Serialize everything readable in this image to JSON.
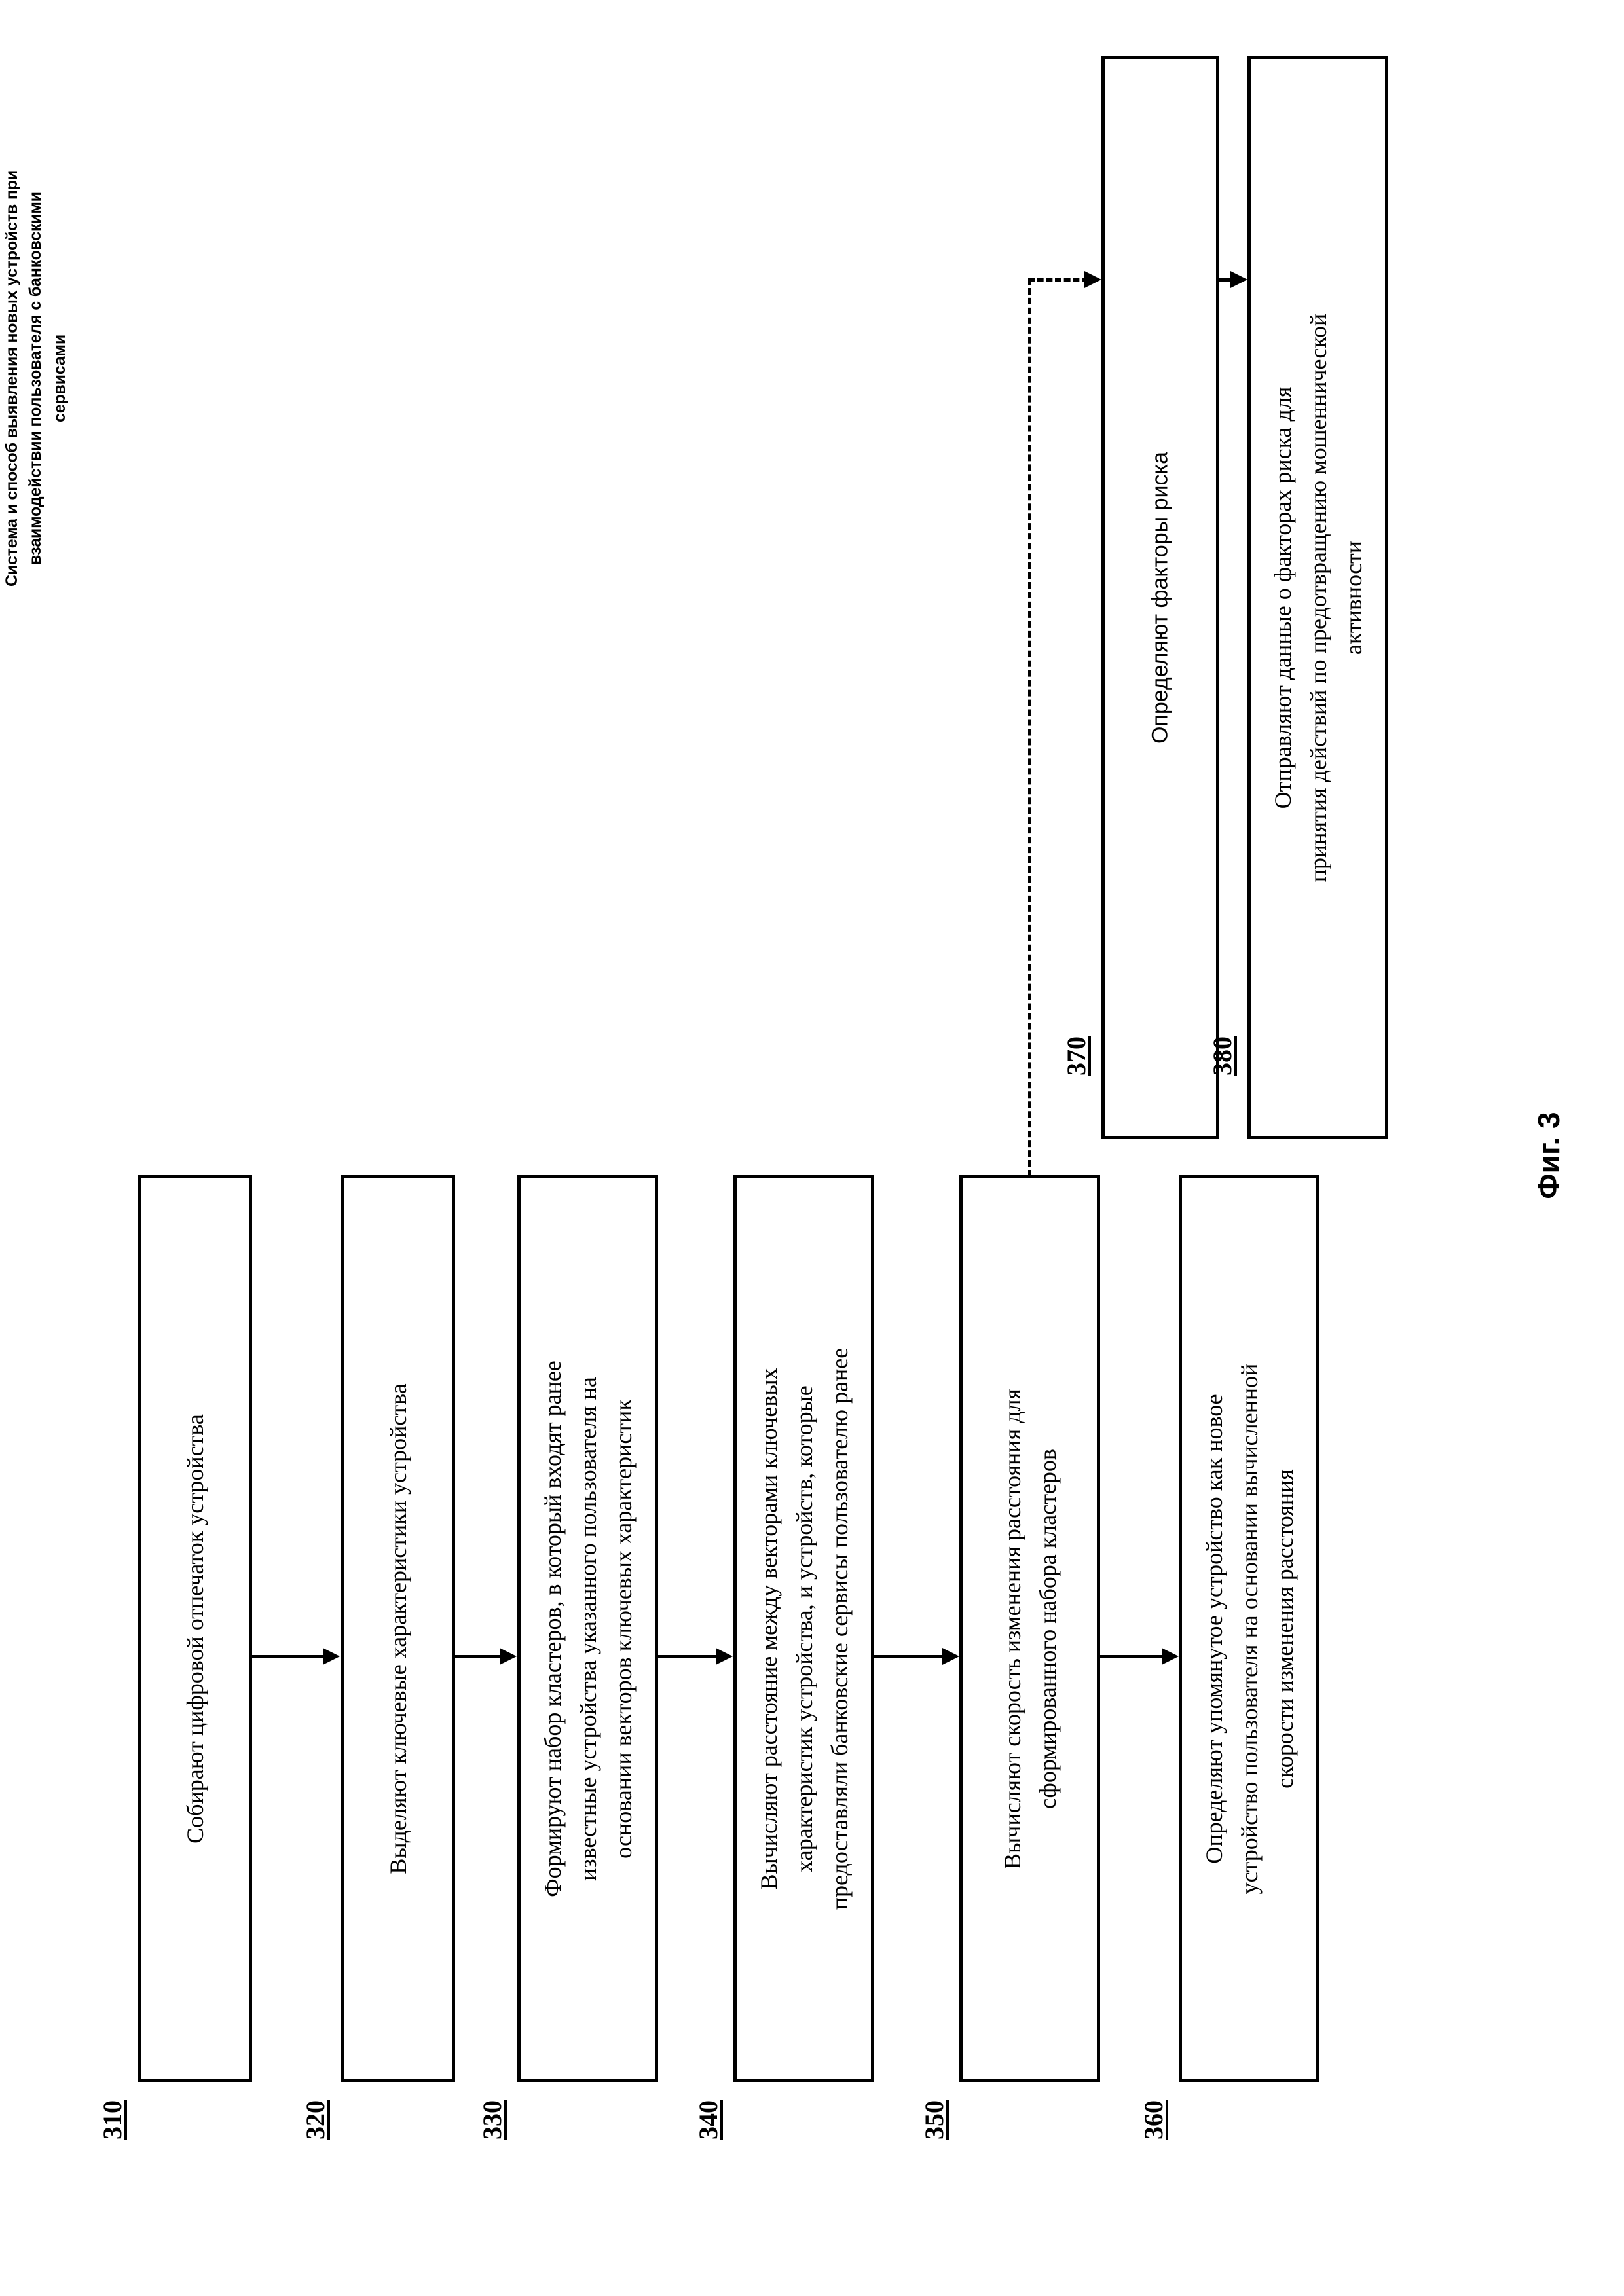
{
  "figure": {
    "caption_lines": [
      "Система и способ выявления новых устройств при",
      "взаимодействии пользователя с банковскими",
      "сервисами"
    ],
    "figure_label": "Фиг. 3",
    "ink_color": "#000000",
    "background_color": "#ffffff"
  },
  "main_flow": {
    "steps": [
      {
        "ref": "310",
        "text": "Собирают цифровой отпечаток устройства"
      },
      {
        "ref": "320",
        "text": "Выделяют ключевые характеристики устройства"
      },
      {
        "ref": "330",
        "text": "Формируют набор кластеров, в который входят ранее\nизвестные устройства указанного пользователя на\nосновании векторов ключевых характеристик"
      },
      {
        "ref": "340",
        "text": "Вычисляют расстояние между векторами ключевых\nхарактеристик устройства, и устройств, которые\nпредоставляли банковские сервисы пользователю ранее"
      },
      {
        "ref": "350",
        "text": "Вычисляют скорость изменения расстояния для\nсформированного набора кластеров"
      },
      {
        "ref": "360",
        "text": "Определяют упомянутое устройство как новое\nустройство пользователя на основании вычисленной\nскорости изменения расстояния"
      }
    ]
  },
  "risk_branch": {
    "steps": [
      {
        "ref": "370",
        "text": "Определяют факторы риска"
      },
      {
        "ref": "380",
        "text": "Отправляют данные о факторах риска для\nпринятия действий по предотвращению мошеннической\nактивности"
      }
    ]
  }
}
